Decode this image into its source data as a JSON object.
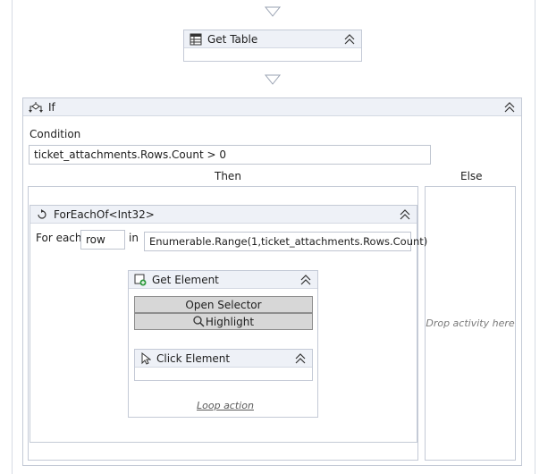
{
  "get_table": {
    "title": "Get Table",
    "icon": "table-icon"
  },
  "if_activity": {
    "title": "If",
    "icon": "if-branch-icon",
    "condition_label": "Condition",
    "condition_value": "ticket_attachments.Rows.Count > 0",
    "then_label": "Then",
    "else_label": "Else",
    "else_drop_text": "Drop activity here"
  },
  "foreach": {
    "title": "ForEachOf<Int32>",
    "icon": "loop-icon",
    "for_each_label": "For each",
    "item_value": "row",
    "in_label": "in",
    "values_value": "Enumerable.Range(1,ticket_attachments.Rows.Count)"
  },
  "get_element": {
    "title": "Get Element",
    "icon": "get-element-icon",
    "open_selector_label": "Open Selector",
    "highlight_label": "Highlight",
    "loop_action_label": "Loop action"
  },
  "click_element": {
    "title": "Click Element",
    "icon": "cursor-icon"
  },
  "colors": {
    "header_bg": "#eef1f7",
    "border": "#c4cad6",
    "button_bg": "#d7d7d7"
  }
}
